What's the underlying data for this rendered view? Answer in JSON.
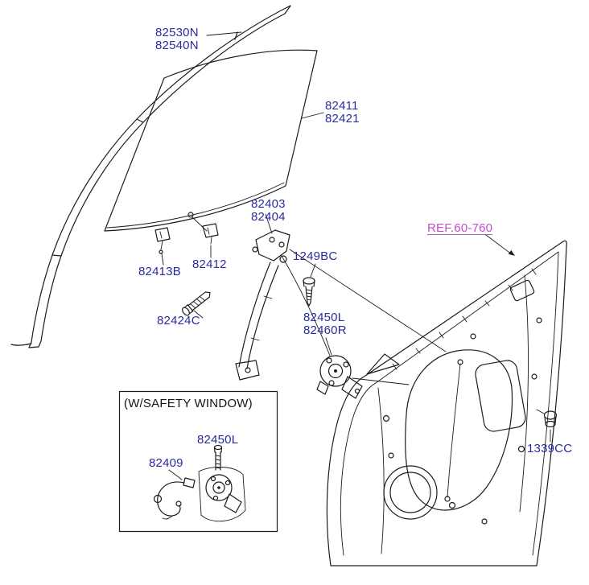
{
  "diagram": {
    "title_hint": "door window regulator parts diagram",
    "colors": {
      "background": "#ffffff",
      "label": "#2b2ba0",
      "ref_link": "#c050c8",
      "line": "#1c1c1c"
    },
    "labels": {
      "run_channel_a": "82530N",
      "run_channel_b": "82540N",
      "glass_a": "82411",
      "glass_b": "82421",
      "regulator_a": "82403",
      "regulator_b": "82404",
      "bolt_a": "1249BC",
      "clip_a": "82413B",
      "clip_b": "82412",
      "bolt_b": "82424C",
      "motor_a": "82450L",
      "motor_b": "82460R",
      "ref_link": "REF.60-760",
      "grommet": "1339CC",
      "safety_box_title": "(W/SAFETY WINDOW)",
      "safety_motor": "82450L",
      "safety_harness": "82409"
    }
  }
}
